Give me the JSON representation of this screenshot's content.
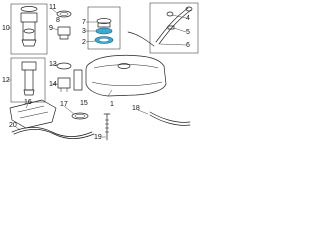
{
  "labels": {
    "l1": "1",
    "l2": "2",
    "l3": "3",
    "l4": "4",
    "l5": "5",
    "l6": "6",
    "l7": "7",
    "l8": "8",
    "l9": "9",
    "l10": "10",
    "l11": "11",
    "l12": "12",
    "l13": "13",
    "l14": "14",
    "l15": "15",
    "l16": "16",
    "l17": "17",
    "l18": "18",
    "l19": "19",
    "l20": "20"
  },
  "colors": {
    "highlight": "#3aa9d8",
    "line": "#222222",
    "background": "#ffffff"
  }
}
